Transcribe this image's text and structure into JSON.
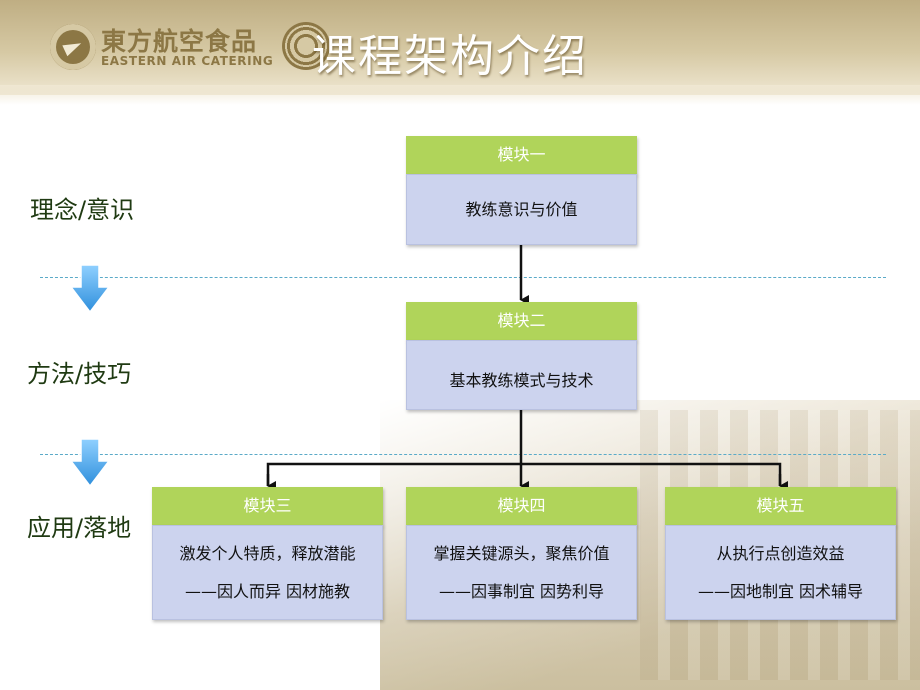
{
  "header": {
    "logo_cn": "東方航空食品",
    "logo_en": "EASTERN AIR CATERING",
    "title": "课程架构介绍"
  },
  "levels": [
    {
      "label": "理念/意识"
    },
    {
      "label": "方法/技巧"
    },
    {
      "label": "应用/落地"
    }
  ],
  "modules": [
    {
      "title": "模块一",
      "lines": [
        "教练意识与价值"
      ]
    },
    {
      "title": "模块二",
      "lines": [
        "基本教练模式与技术"
      ]
    },
    {
      "title": "模块三",
      "lines": [
        "激发个人特质，释放潜能",
        "——因人而异 因材施教"
      ]
    },
    {
      "title": "模块四",
      "lines": [
        "掌握关键源头，聚焦价值",
        "——因事制宜 因势利导"
      ]
    },
    {
      "title": "模块五",
      "lines": [
        "从执行点创造效益",
        "——因地制宜 因术辅导"
      ]
    }
  ],
  "colors": {
    "module_header": "#b0d45a",
    "module_body": "#ccd3ee",
    "level_text": "#1f3a12",
    "arrow_blue": "#4aa3e6",
    "divider": "#5aaac8"
  }
}
